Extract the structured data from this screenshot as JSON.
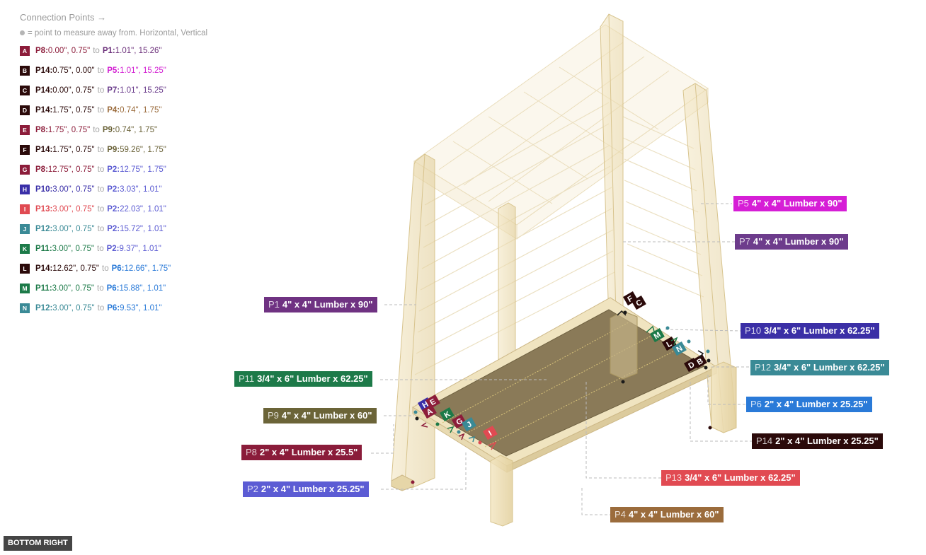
{
  "connections": {
    "title": "Connection Points →",
    "note": "= point to measure away from. Horizontal, Vertical",
    "to_word": "to",
    "items": [
      {
        "letter": "A",
        "color": "#8c1c3a",
        "from_id": "P8:",
        "from_color": "#8c1c3a",
        "from_vals": "0.00\", 0.75\"",
        "to_id": "P1:",
        "to_color": "#6b2f7a",
        "to_vals": "1.01\", 15.26\""
      },
      {
        "letter": "B",
        "color": "#2b0a0a",
        "from_id": "P14:",
        "from_color": "#2b0a0a",
        "from_vals": "0.75\", 0.00\"",
        "to_id": "P5:",
        "to_color": "#d21ed2",
        "to_vals": "1.01\", 15.25\""
      },
      {
        "letter": "C",
        "color": "#2b0a0a",
        "from_id": "P14:",
        "from_color": "#2b0a0a",
        "from_vals": "0.00\", 0.75\"",
        "to_id": "P7:",
        "to_color": "#6b3d8c",
        "to_vals": "1.01\", 15.25\""
      },
      {
        "letter": "D",
        "color": "#2b0a0a",
        "from_id": "P14:",
        "from_color": "#2b0a0a",
        "from_vals": "1.75\", 0.75\"",
        "to_id": "P4:",
        "to_color": "#9a6a3a",
        "to_vals": "0.74\", 1.75\""
      },
      {
        "letter": "E",
        "color": "#8c1c3a",
        "from_id": "P8:",
        "from_color": "#8c1c3a",
        "from_vals": "1.75\", 0.75\"",
        "to_id": "P9:",
        "to_color": "#6a6238",
        "to_vals": "0.74\", 1.75\""
      },
      {
        "letter": "F",
        "color": "#2b0a0a",
        "from_id": "P14:",
        "from_color": "#2b0a0a",
        "from_vals": "1.75\", 0.75\"",
        "to_id": "P9:",
        "to_color": "#6a6238",
        "to_vals": "59.26\", 1.75\""
      },
      {
        "letter": "G",
        "color": "#8c1c3a",
        "from_id": "P8:",
        "from_color": "#8c1c3a",
        "from_vals": "12.75\", 0.75\"",
        "to_id": "P2:",
        "to_color": "#5a5ad2",
        "to_vals": "12.75\", 1.75\""
      },
      {
        "letter": "H",
        "color": "#3a2fa8",
        "from_id": "P10:",
        "from_color": "#3a2fa8",
        "from_vals": "3.00\", 0.75\"",
        "to_id": "P2:",
        "to_color": "#5a5ad2",
        "to_vals": "3.03\", 1.01\""
      },
      {
        "letter": "I",
        "color": "#e04a52",
        "from_id": "P13:",
        "from_color": "#e04a52",
        "from_vals": "3.00\", 0.75\"",
        "to_id": "P2:",
        "to_color": "#5a5ad2",
        "to_vals": "22.03\", 1.01\""
      },
      {
        "letter": "J",
        "color": "#3a8a96",
        "from_id": "P12:",
        "from_color": "#3a8a96",
        "from_vals": "3.00\", 0.75\"",
        "to_id": "P2:",
        "to_color": "#5a5ad2",
        "to_vals": "15.72\", 1.01\""
      },
      {
        "letter": "K",
        "color": "#1c7a48",
        "from_id": "P11:",
        "from_color": "#1c7a48",
        "from_vals": "3.00\", 0.75\"",
        "to_id": "P2:",
        "to_color": "#5a5ad2",
        "to_vals": "9.37\", 1.01\""
      },
      {
        "letter": "L",
        "color": "#2b0a0a",
        "from_id": "P14:",
        "from_color": "#2b0a0a",
        "from_vals": "12.62\", 0.75\"",
        "to_id": "P6:",
        "to_color": "#2a7ad8",
        "to_vals": "12.66\", 1.75\""
      },
      {
        "letter": "M",
        "color": "#1c7a48",
        "from_id": "P11:",
        "from_color": "#1c7a48",
        "from_vals": "3.00\", 0.75\"",
        "to_id": "P6:",
        "to_color": "#2a7ad8",
        "to_vals": "15.88\", 1.01\""
      },
      {
        "letter": "N",
        "color": "#3a8a96",
        "from_id": "P12:",
        "from_color": "#3a8a96",
        "from_vals": "3.00\", 0.75\"",
        "to_id": "P6:",
        "to_color": "#2a7ad8",
        "to_vals": "9.53\", 1.01\""
      }
    ]
  },
  "parts": [
    {
      "id": "P5",
      "text": "4\" x 4\" Lumber x 90\"",
      "color": "#d61ed6"
    },
    {
      "id": "P7",
      "text": "4\" x 4\" Lumber x 90\"",
      "color": "#6d3c8c"
    },
    {
      "id": "P1",
      "text": "4\" x 4\" Lumber x 90\"",
      "color": "#6f3282"
    },
    {
      "id": "P10",
      "text": "3/4\" x 6\" Lumber x 62.25\"",
      "color": "#3b2fa6"
    },
    {
      "id": "P11",
      "text": "3/4\" x 6\" Lumber x 62.25\"",
      "color": "#1d7a49"
    },
    {
      "id": "P12",
      "text": "3/4\" x 6\" Lumber x 62.25\"",
      "color": "#3a8a96"
    },
    {
      "id": "P6",
      "text": "2\" x 4\" Lumber  x 25.25\"",
      "color": "#2a7ad8"
    },
    {
      "id": "P9",
      "text": "4\" x 4\" Lumber x 60\"",
      "color": "#6b6438"
    },
    {
      "id": "P14",
      "text": "2\" x 4\" Lumber  x 25.25\"",
      "color": "#2b0a0a"
    },
    {
      "id": "P8",
      "text": "2\" x 4\" Lumber  x 25.5\"",
      "color": "#8a1c3a"
    },
    {
      "id": "P13",
      "text": "3/4\" x 6\" Lumber x 62.25\"",
      "color": "#e14a52"
    },
    {
      "id": "P2",
      "text": "2\" x 4\" Lumber  x 25.25\"",
      "color": "#5c5cd4"
    },
    {
      "id": "P4",
      "text": "4\" x 4\" Lumber x 60\"",
      "color": "#9b6c3c"
    }
  ],
  "view_button": "BOTTOM RIGHT"
}
